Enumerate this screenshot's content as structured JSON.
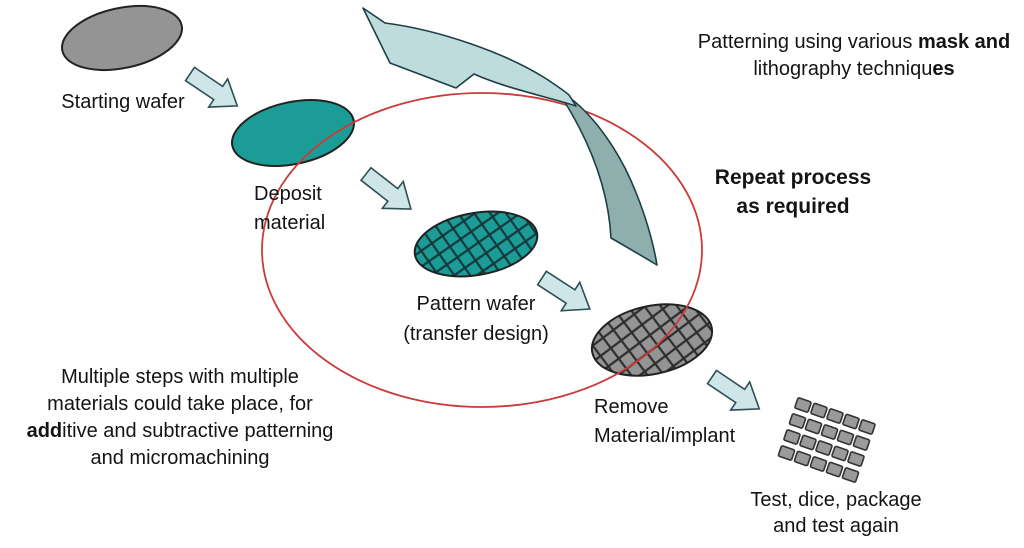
{
  "colors": {
    "teal": "#1b9c97",
    "wafer_gray": "#949494",
    "wafer_outline": "#222222",
    "chip_fill": "#9a9a9a",
    "chip_stroke": "#333333",
    "arrow_fill": "#cfe6e8",
    "arrow_outline": "#2d5055",
    "swoosh_light": "#bedcdc",
    "swoosh_dark": "#8fafac",
    "swoosh_outline": "#1c3f46",
    "red": "#cc3a3a"
  },
  "steps": {
    "starting": {
      "label": "Starting wafer"
    },
    "deposit": {
      "line1": "Deposit",
      "line2": "material"
    },
    "pattern": {
      "line1": "Pattern wafer",
      "line2": "(transfer design)"
    },
    "remove": {
      "line1": "Remove",
      "line2": "Material/implant"
    },
    "test": {
      "line1": "Test, dice, package",
      "line2": "and test again"
    }
  },
  "annotations": {
    "patterning": {
      "l1_normal": "Patterning using various ",
      "l1_bold": "mask and",
      "l2_normal": "lithography techniqu",
      "l2_bold": "es"
    },
    "repeat": {
      "line1": "Repeat process",
      "line2": "as required"
    },
    "multiple": {
      "line1": "Multiple steps with multiple",
      "line2": "materials could take place, for",
      "line3_bold": "add",
      "line3_rest": "itive and subtractive patterning",
      "line4": "and micromachining"
    }
  },
  "chips": {
    "rows": 4,
    "cols": 5
  }
}
